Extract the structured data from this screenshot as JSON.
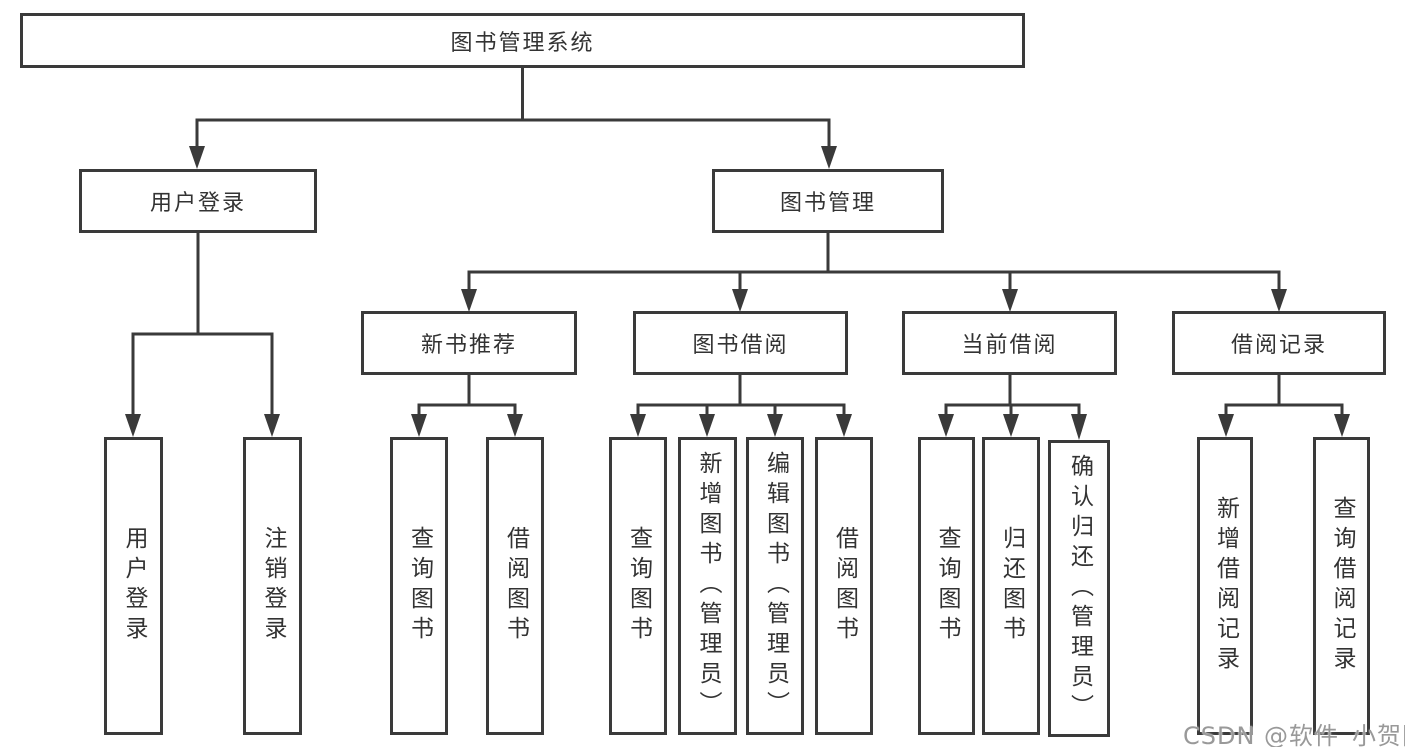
{
  "colors": {
    "line": "#3a3a3a",
    "box_border": "#3a3a3a",
    "text": "#333333",
    "background": "#ffffff",
    "watermark": "#949494"
  },
  "nodes": {
    "root": {
      "label": "图书管理系统"
    },
    "level2": [
      {
        "label": "用户登录"
      },
      {
        "label": "图书管理"
      }
    ],
    "level3": [
      {
        "label": "新书推荐"
      },
      {
        "label": "图书借阅"
      },
      {
        "label": "当前借阅"
      },
      {
        "label": "借阅记录"
      }
    ],
    "leaves": [
      {
        "label": "用户登录"
      },
      {
        "label": "注销登录"
      },
      {
        "label": "查询图书"
      },
      {
        "label": "借阅图书"
      },
      {
        "label": "查询图书"
      },
      {
        "label": "新增图书（管理员）"
      },
      {
        "label": "编辑图书（管理员）"
      },
      {
        "label": "借阅图书"
      },
      {
        "label": "查询图书"
      },
      {
        "label": "归还图书"
      },
      {
        "label": "确认归还（管理员）"
      },
      {
        "label": "新增借阅记录"
      },
      {
        "label": "查询借阅记录"
      }
    ]
  },
  "watermark": {
    "text": "CSDN @软件_小贺同学"
  }
}
